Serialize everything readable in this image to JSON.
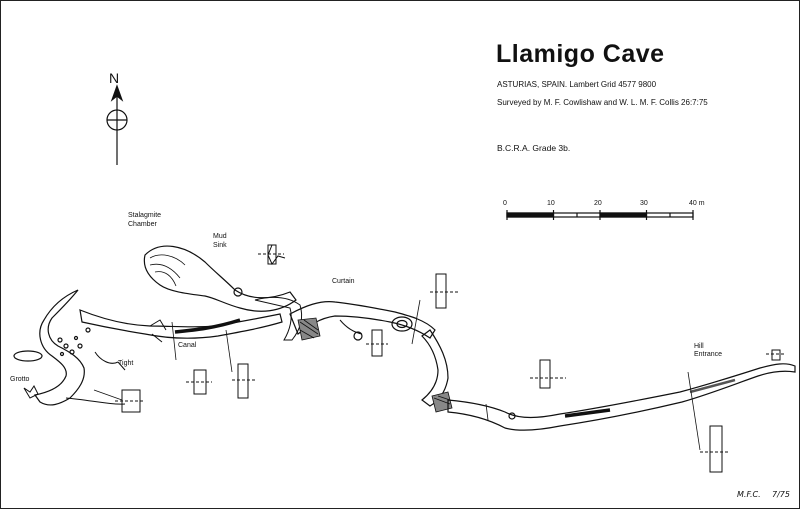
{
  "map": {
    "title": "Llamigo Cave",
    "location": "ASTURIAS, SPAIN.  Lambert Grid  4577 9800",
    "survey": "Surveyed by M. F. Cowlishaw and W. L. M. F. Collis 26:7:75",
    "grade": "B.C.R.A. Grade 3b.",
    "north": "N",
    "initials": "M.F.C.",
    "date": "7/75"
  },
  "scale_bar": {
    "ticks": [
      "0",
      "10",
      "20",
      "30",
      "40 m"
    ],
    "max_m": 40
  },
  "labels": {
    "stalagmite": "Stalagmite",
    "chamber": "Chamber",
    "mud": "Mud",
    "sink": "Sink",
    "curtain": "Curtain",
    "canal": "Canal",
    "tight": "Tight",
    "grotto": "Grotto",
    "hill": "Hill",
    "entrance": "Entrance"
  },
  "colors": {
    "ink": "#111111",
    "paper": "#ffffff"
  }
}
